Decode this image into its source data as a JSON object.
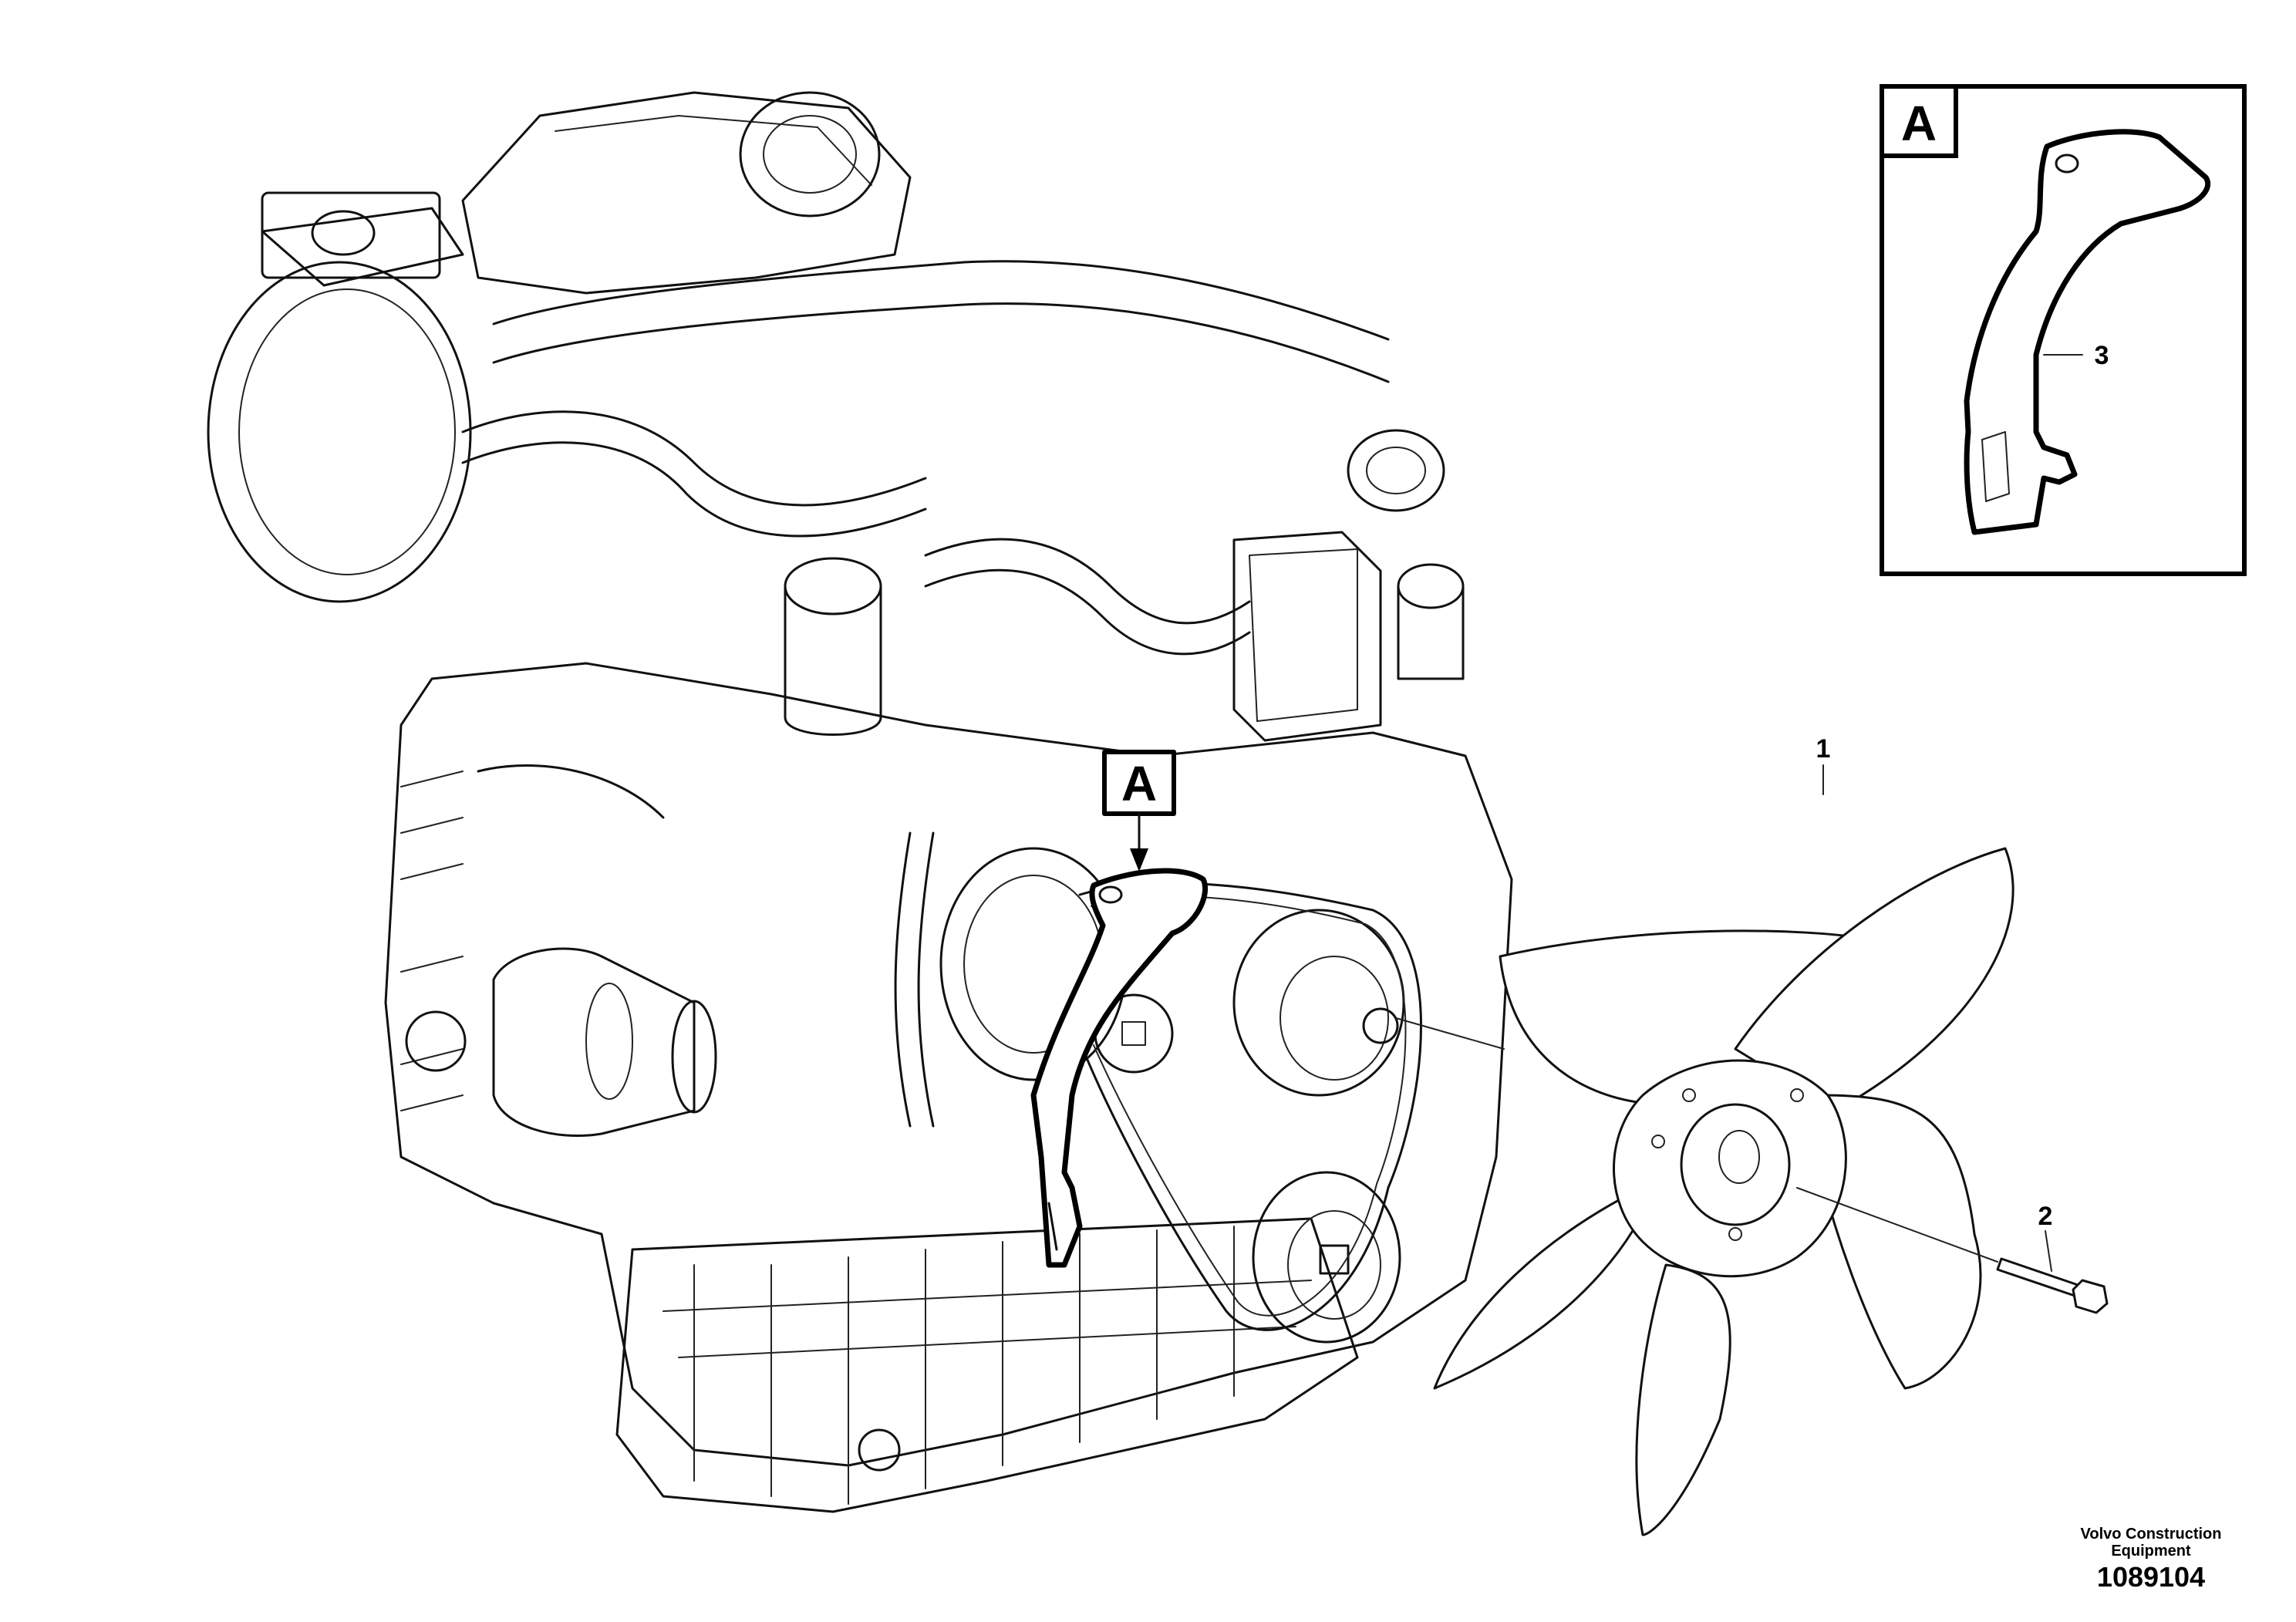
{
  "callouts": {
    "item1": "1",
    "item2": "2",
    "item3": "3"
  },
  "detail": {
    "tag_main": "A",
    "tag_inset": "A"
  },
  "credit": {
    "line1": "Volvo Construction",
    "line2": "Equipment",
    "drawing_number": "1089104"
  }
}
